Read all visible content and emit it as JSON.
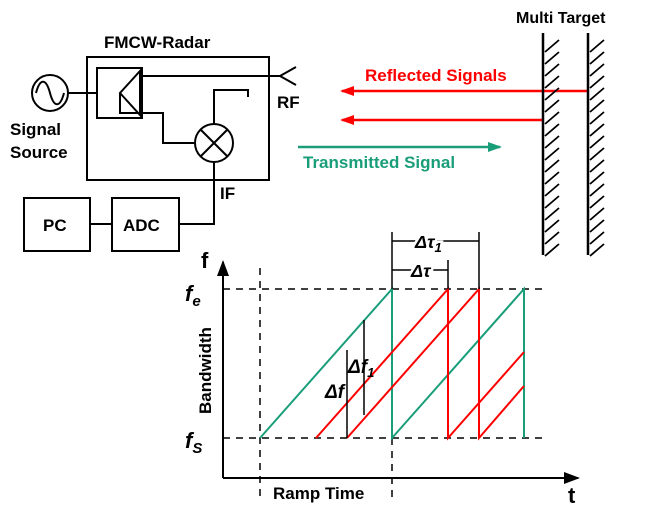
{
  "radar": {
    "title": "FMCW-Radar",
    "rf_label": "RF",
    "if_label": "IF",
    "source_label_line1": "Signal",
    "source_label_line2": "Source",
    "pc_label": "PC",
    "adc_label": "ADC"
  },
  "targets": {
    "label": "Multi Target"
  },
  "signals": {
    "reflected_label": "Reflected Signals",
    "transmitted_label": "Transmitted Signal",
    "reflected_color": "#ff0000",
    "transmitted_color": "#1a9e7a"
  },
  "plot": {
    "y_axis_symbol": "f",
    "x_axis_symbol": "t",
    "y_axis_label": "Bandwidth",
    "x_span_label": "Ramp Time",
    "fe_main": "f",
    "fe_sub": "e",
    "fs_main": "f",
    "fs_sub": "S",
    "delta_f": "Δf",
    "delta_f1_main": "Δf",
    "delta_f1_sub": "1",
    "delta_tau": "Δτ",
    "delta_tau1_main": "Δτ",
    "delta_tau1_sub": "1"
  }
}
